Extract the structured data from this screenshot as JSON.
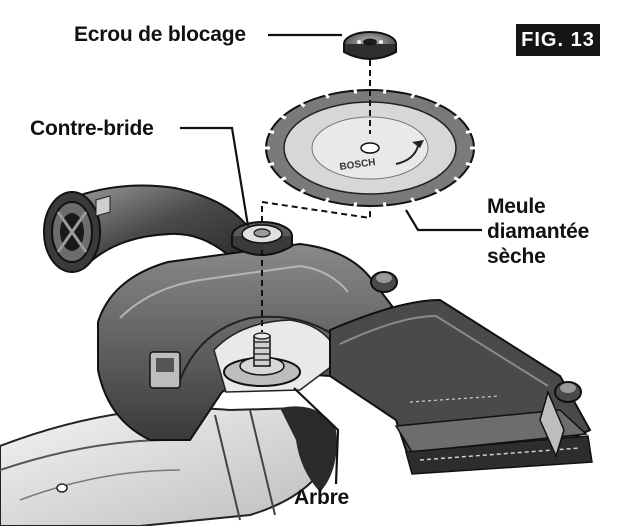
{
  "figure_badge": "FIG. 13",
  "labels": {
    "lock_nut": "Ecrou de blocage",
    "backing_flange": "Contre-bride",
    "diamond_wheel_line1": "Meule",
    "diamond_wheel_line2": "diamantée",
    "diamond_wheel_line3": "sèche",
    "arbor": "Arbre"
  },
  "wheel_engraving": "BOSCH",
  "colors": {
    "ink": "#111111",
    "guard_dark": "#3a3a3a",
    "guard_mid": "#6d6d6d",
    "guard_light": "#a9a9a9",
    "wheel_face": "#d7d7d7",
    "badge_bg": "#151515",
    "badge_text": "#ffffff"
  }
}
